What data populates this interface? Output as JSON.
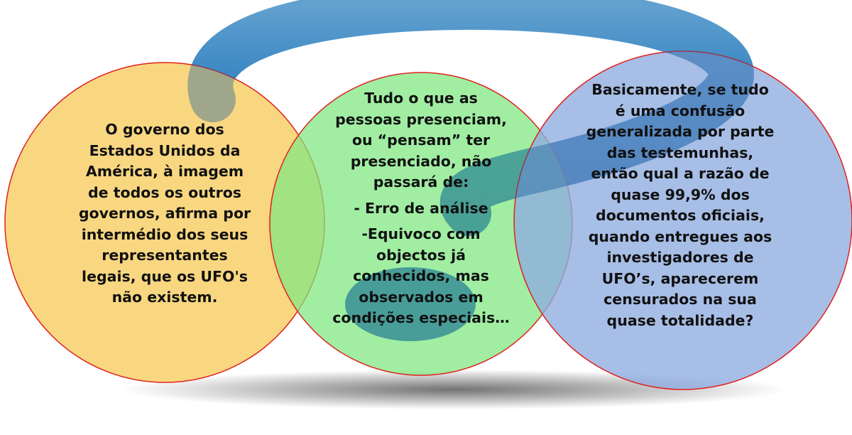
{
  "colors": {
    "left_fill": "#f9d57a",
    "center_fill": "#7de87f",
    "right_fill": "#8eacdf",
    "circle_stroke": "#e0201c",
    "question_mark_blue": "#3d94cf",
    "question_mark_dark": "#1e5f9e",
    "text": "#111111"
  },
  "background_icon": "question-mark-icon",
  "circles": {
    "left": {
      "lines": [
        "O governo dos",
        "Estados Unidos da",
        "América, à imagem",
        "de todos os outros",
        "governos, afirma por",
        "intermédio dos seus",
        "representantes",
        "legais, que os UFO's",
        "não existem."
      ]
    },
    "center": {
      "intro_lines": [
        "Tudo o que as",
        "pessoas presenciam,",
        "ou “pensam” ter",
        "presenciado, não",
        "passará de:"
      ],
      "item1": "- Erro de análise",
      "item2_lines": [
        "-Equivoco com",
        "objectos já",
        "conhecidos, mas",
        "observados em",
        "condições especiais…"
      ]
    },
    "right": {
      "lines": [
        "Basicamente, se tudo",
        "é uma confusão",
        "generalizada por parte",
        "das testemunhas,",
        "então qual a razão de",
        "quase 99,9% dos",
        "documentos oficiais,",
        "quando entregues aos",
        "investigadores de",
        "UFO’s, aparecerem",
        "censurados na sua",
        "quase totalidade?"
      ]
    }
  }
}
